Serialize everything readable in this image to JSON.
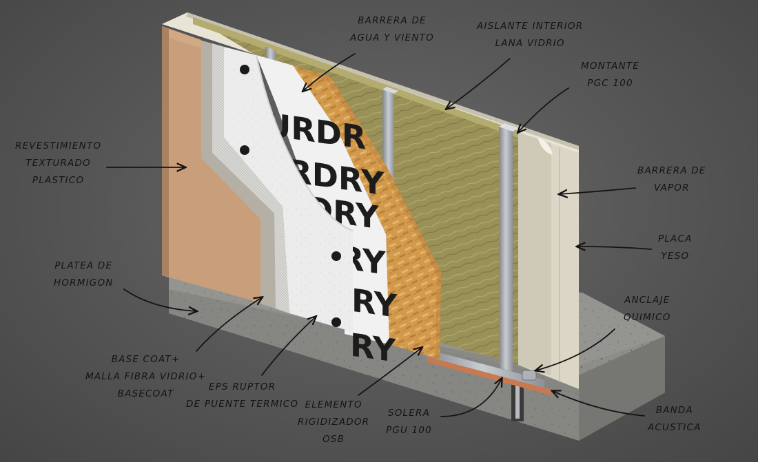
{
  "colors": {
    "background": "#555555",
    "render_stucco": "#c99e7a",
    "eps": "#ededed",
    "osb": "#d49a4a",
    "insulation": "#9a9158",
    "steel": "#a9adb3",
    "gypsum": "#dcd6c6",
    "concrete": "#8a8a86",
    "acoustic_band": "#c9794f",
    "ink": "#141414"
  },
  "wrap_brand_text": [
    "URDR",
    "URDRY",
    "DRY",
    "DRY",
    "RY",
    "RY"
  ],
  "labels": {
    "barrera_agua": [
      "BARRERA DE",
      "AGUA Y VIENTO"
    ],
    "aislante": [
      "AISLANTE INTERIOR",
      "LANA VIDRIO"
    ],
    "montante": [
      "MONTANTE",
      "PGC 100"
    ],
    "revestimiento": [
      "REVESTIMIENTO",
      "TEXTURADO",
      "PLASTICO"
    ],
    "barrera_vapor": [
      "BARRERA DE",
      "VAPOR"
    ],
    "placa_yeso": [
      "PLACA",
      "YESO"
    ],
    "platea": [
      "PLATEA DE",
      "HORMIGON"
    ],
    "anclaje": [
      "ANCLAJE",
      "QUIMICO"
    ],
    "base_coat": [
      "BASE COAT+",
      "MALLA FIBRA VIDRIO+",
      "BASECOAT"
    ],
    "eps": [
      "EPS RUPTOR",
      "DE PUENTE TERMICO"
    ],
    "osb": [
      "ELEMENTO",
      "RIGIDIZADOR",
      "OSB"
    ],
    "solera": [
      "SOLERA",
      "PGU 100"
    ],
    "banda": [
      "BANDA",
      "ACUSTICA"
    ]
  }
}
